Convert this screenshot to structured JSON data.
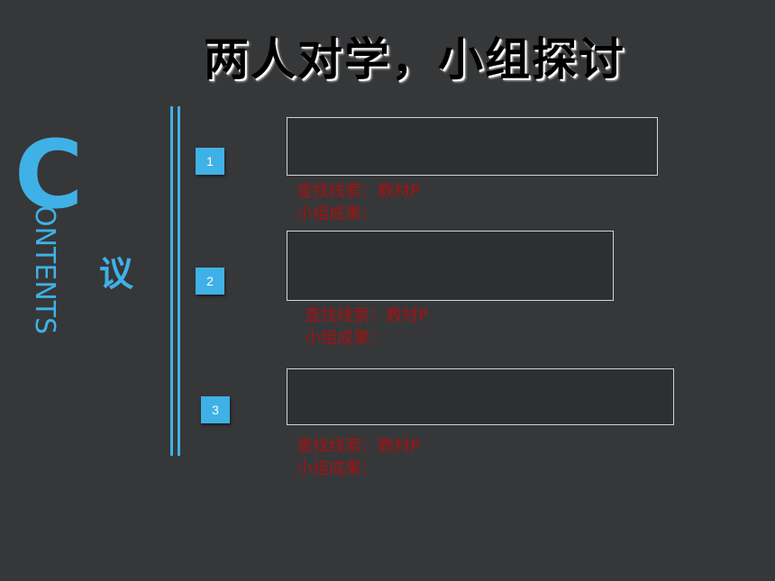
{
  "slide": {
    "title": "两人对学，小组探讨",
    "logo_letter": "C",
    "logo_word": "ONTENTS",
    "side_label": "议",
    "accent_color": "#3fb1e6",
    "hint_color": "#a31212",
    "items": [
      {
        "number": "1",
        "clue": "查找线索：教材P",
        "result": "小组成果："
      },
      {
        "number": "2",
        "clue": "查找线索：教材P",
        "result": "小组成果："
      },
      {
        "number": "3",
        "clue": "查找线索：教材P",
        "result": "小组成果："
      }
    ]
  }
}
